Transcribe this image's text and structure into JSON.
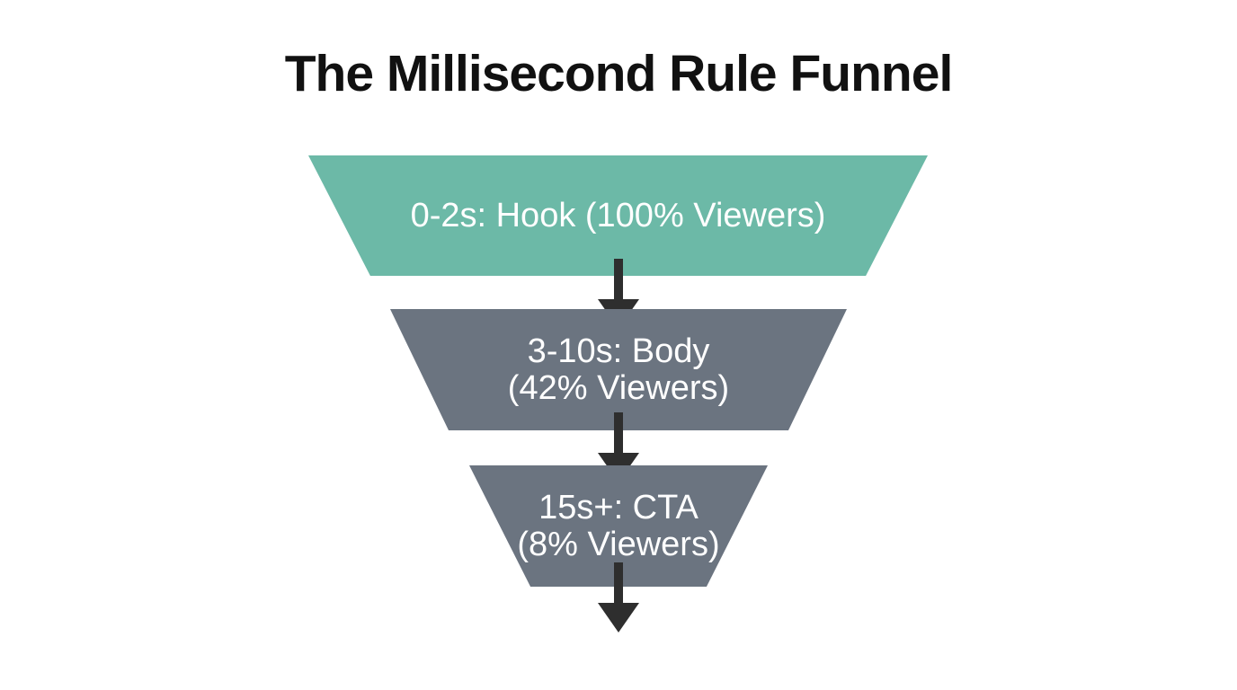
{
  "title": "The Millisecond Rule Funnel",
  "colors": {
    "background": "#ffffff",
    "title_text": "#111111",
    "stage_text": "#ffffff",
    "stage_hook": "#6cb9a7",
    "stage_body": "#6b7480",
    "stage_cta": "#6b7480",
    "arrow": "#2e2e2e"
  },
  "funnel": {
    "stages": [
      {
        "id": "hook",
        "time_range": "0-2s",
        "label": "Hook",
        "viewers_percent": 100,
        "color": "#6cb9a7",
        "lines": [
          "0-2s: Hook (100% Viewers)"
        ]
      },
      {
        "id": "body",
        "time_range": "3-10s",
        "label": "Body",
        "viewers_percent": 42,
        "color": "#6b7480",
        "lines": [
          "3-10s: Body",
          "(42% Viewers)"
        ]
      },
      {
        "id": "cta",
        "time_range": "15s+",
        "label": "CTA",
        "viewers_percent": 8,
        "color": "#6b7480",
        "lines": [
          "15s+: CTA",
          "(8% Viewers)"
        ]
      }
    ]
  }
}
